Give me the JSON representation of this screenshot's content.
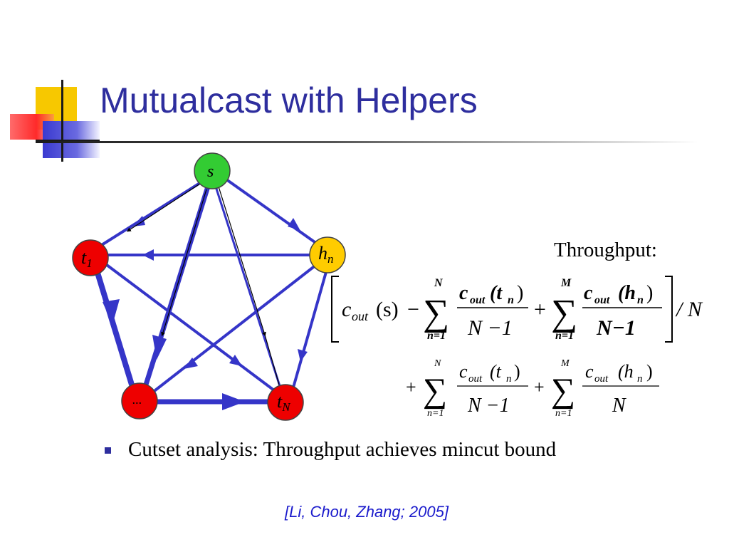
{
  "slide": {
    "title": "Mutualcast with Helpers",
    "bullet": "Cutset analysis: Throughput achieves mincut bound",
    "citation": "[Li, Chou, Zhang; 2005]",
    "title_color": "#2e2e9e",
    "edge_color": "#3535c8"
  },
  "diagram": {
    "nodes": [
      {
        "id": "s",
        "main": "s",
        "sub": "",
        "fill": "#33cc33"
      },
      {
        "id": "t1",
        "main": "t",
        "sub": "1",
        "fill": "#ee0000"
      },
      {
        "id": "hn",
        "main": "h",
        "sub": "n",
        "fill": "#ffcc00"
      },
      {
        "id": "dots",
        "main": "...",
        "sub": "",
        "fill": "#ee0000"
      },
      {
        "id": "tN",
        "main": "t",
        "sub": "N",
        "fill": "#ee0000"
      }
    ]
  },
  "formula": {
    "label": "Throughput:",
    "line1": {
      "c": "c",
      "out": "out",
      "s": "(s)",
      "minus": "−",
      "sum1_top": "N",
      "sum1_bottom": "n=1",
      "frac1_num_args": "(t",
      "frac1_num_sub": "n",
      "frac1_num_close": ")",
      "frac1_den": "N −1",
      "plus": "+",
      "sum2_top": "M",
      "sum2_bottom": "n=1",
      "frac2_num_args": "(h",
      "frac2_num_sub": "n",
      "frac2_num_close": ")",
      "frac2_den": "N−1",
      "divide": "/ N"
    },
    "line2": {
      "plus1": "+",
      "sum1_top": "N",
      "sum1_bottom": "n=1",
      "frac1_num_args": "(t",
      "frac1_num_sub": "n",
      "frac1_num_close": ")",
      "frac1_den": "N −1",
      "plus2": "+",
      "sum2_top": "M",
      "sum2_bottom": "n=1",
      "frac2_num_args": "(h",
      "frac2_num_sub": "n",
      "frac2_num_close": ")",
      "frac2_den": "N"
    }
  }
}
